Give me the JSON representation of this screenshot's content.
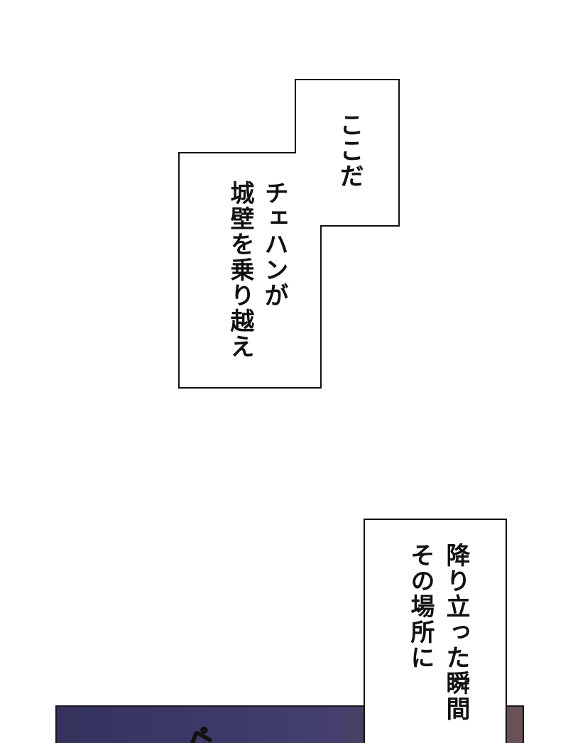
{
  "captions": {
    "first": {
      "line1": "ここだ",
      "line2": "チェハンが",
      "line3": "城壁を乗り越え"
    },
    "second": {
      "line1": "降り立った瞬間",
      "line2": "その場所に"
    }
  },
  "scene": {
    "sfx": "ぺ"
  },
  "colors": {
    "night_sky": "#3e3b6b",
    "border": "#111111"
  }
}
